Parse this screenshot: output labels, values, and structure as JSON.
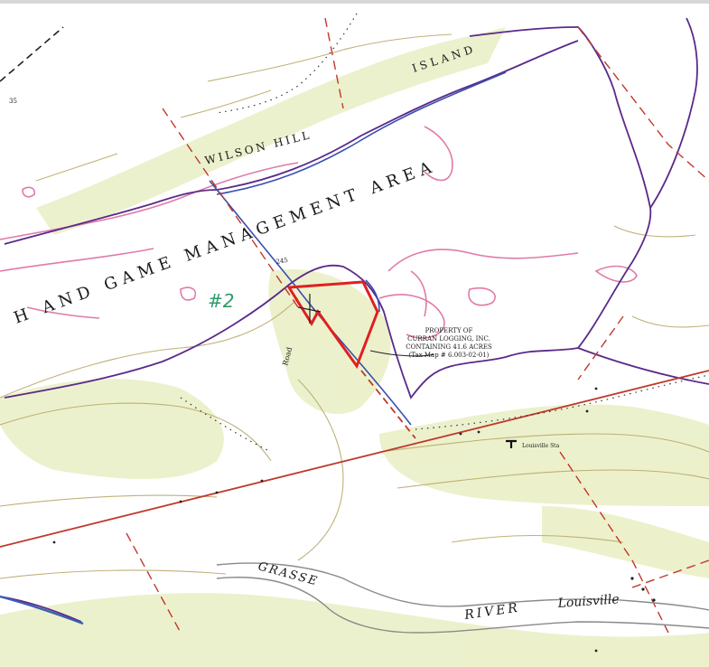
{
  "map": {
    "labels": {
      "island": "ISLAND",
      "wilson_hill": "WILSON HILL",
      "area_line": "H AND GAME MANAGEMENT AREA",
      "elev": "245",
      "parcel_no": "#2",
      "property_note": [
        "PROPERTY OF",
        "CURRAN LOGGING, INC.",
        "CONTAINING 41.6 ACRES",
        "(Tax Map # 6.003-02-01)"
      ],
      "road": "Road",
      "corner_num": "35",
      "station": "Louisville Sta",
      "grasse": "GRASSE",
      "river": "RIVER",
      "louisville": "Louisville"
    },
    "colors": {
      "shoreline": "#5a2a8a",
      "contour_pink": "#e07aa8",
      "contour_olive": "#b9a96a",
      "road_red": "#c0392b",
      "blue_line": "#3a4fb0",
      "parcel": "#e02020",
      "green_fill": "#e9efc4",
      "annotation": "#2f9a6a"
    }
  }
}
